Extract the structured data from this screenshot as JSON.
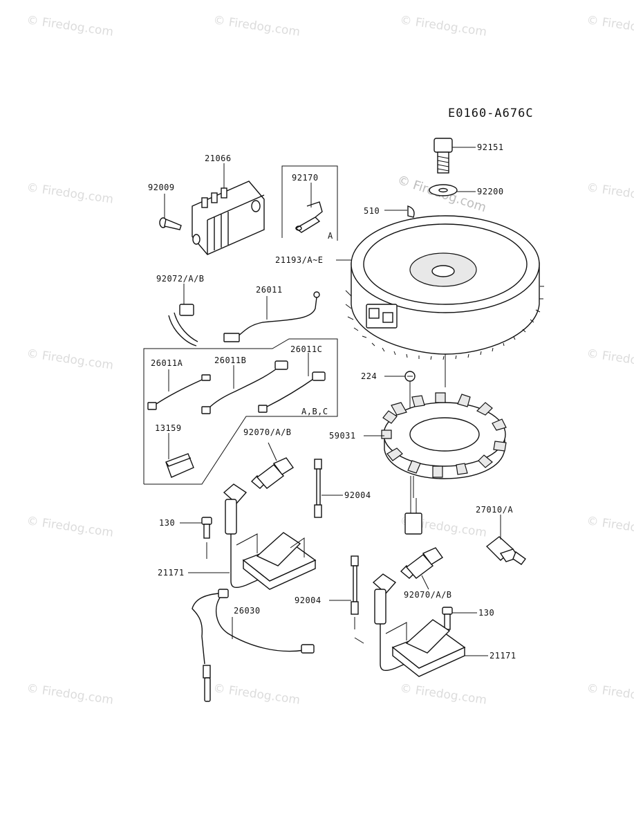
{
  "diagram": {
    "code": "E0160-A676C",
    "watermark": "© Firedog.com",
    "parts": {
      "p92151": "92151",
      "p92200": "92200",
      "p510": "510",
      "p21193": "21193/A~E",
      "p21066": "21066",
      "p92009": "92009",
      "p92170": "92170",
      "p92170_box": "A",
      "p92072": "92072/A/B",
      "p26011": "26011",
      "p26011A": "26011A",
      "p26011B": "26011B",
      "p26011C": "26011C",
      "p26011_box": "A,B,C",
      "p13159": "13159",
      "p224": "224",
      "p59031": "59031",
      "p92070_top": "92070/A/B",
      "p92004_top": "92004",
      "p130_left": "130",
      "p21171_left": "21171",
      "p27010": "27010/A",
      "p26030": "26030",
      "p92004_bottom": "92004",
      "p92070_bottom": "92070/A/B",
      "p130_right": "130",
      "p21171_right": "21171"
    }
  }
}
